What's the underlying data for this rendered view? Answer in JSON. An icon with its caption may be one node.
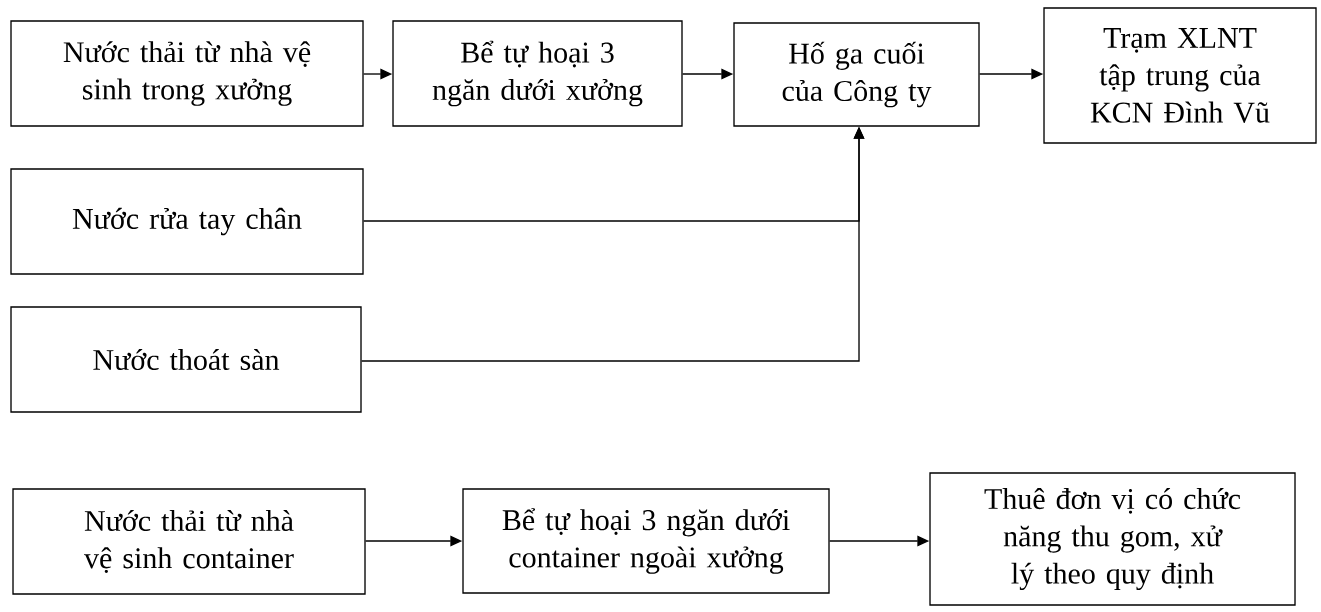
{
  "diagram": {
    "nodes": [
      {
        "text": [
          "Nước thải từ nhà vệ sinh trong xưởng"
        ]
      },
      {
        "text": [
          "Bể tự hoại 3 ngăn dưới xưởng"
        ]
      },
      {
        "text": [
          "Hố ga cuối của Công ty"
        ]
      },
      {
        "text": [
          "Trạm XLNT tập trung của KCN Đình Vũ"
        ]
      },
      {
        "text": [
          "Nước rửa tay chân"
        ]
      },
      {
        "text": [
          "Nước thoát sàn"
        ]
      },
      {
        "text": [
          "Nước thải từ nhà vệ sinh container"
        ]
      },
      {
        "text": [
          "Bể tự hoại 3 ngăn dưới container ngoài xưởng"
        ]
      },
      {
        "text": [
          "Thuê đơn vị có chức năng thu gom, xử lý theo quy định"
        ]
      }
    ],
    "edges": [
      {
        "from": 0,
        "to": 1,
        "arrow": "to"
      },
      {
        "from": 1,
        "to": 2,
        "arrow": "to"
      },
      {
        "from": 2,
        "to": 3,
        "arrow": "to"
      },
      {
        "from": 4,
        "to": 2,
        "arrow": "to"
      },
      {
        "from": 5,
        "to": 2,
        "arrow": "to"
      },
      {
        "from": 6,
        "to": 7,
        "arrow": "to"
      },
      {
        "from": 7,
        "to": 8,
        "arrow": "to"
      }
    ]
  }
}
